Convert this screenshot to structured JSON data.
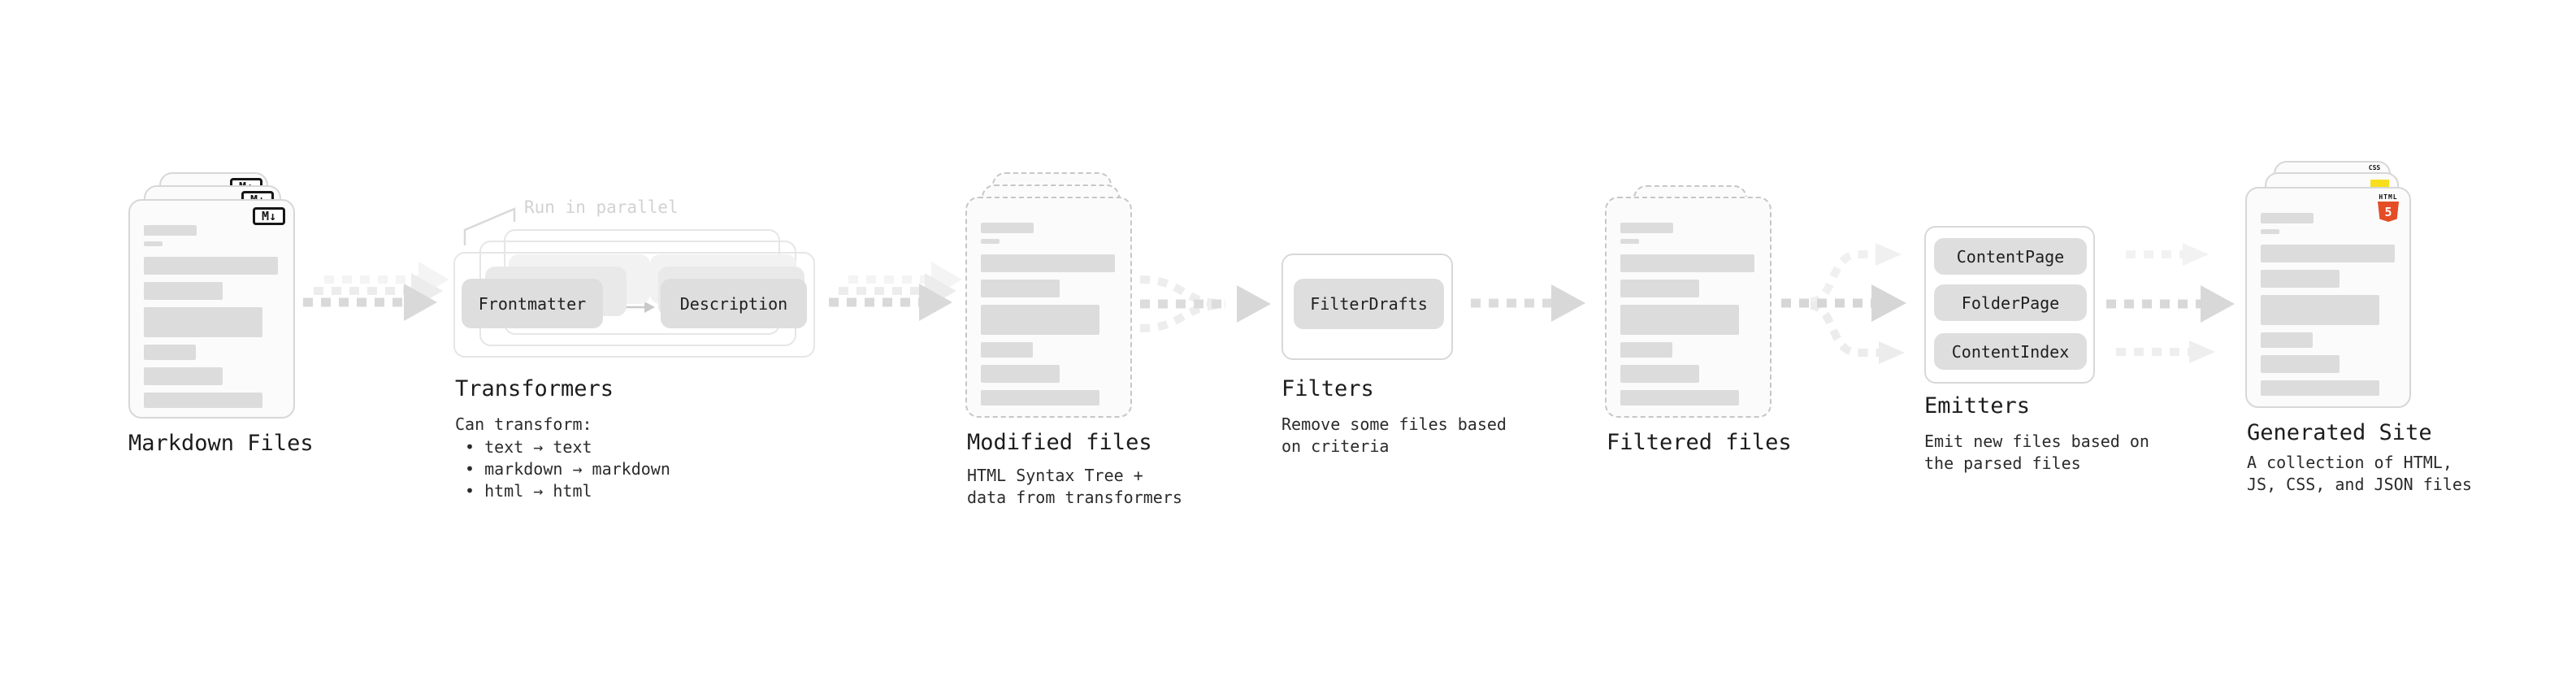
{
  "stages": {
    "markdown": {
      "label": "Markdown Files",
      "badge": "M↓"
    },
    "transformers": {
      "heading": "Transformers",
      "annotation": "Run in parallel",
      "node_left": "Frontmatter",
      "node_right": "Description",
      "desc_title": "Can transform:",
      "bullets": [
        "• text → text",
        "• markdown → markdown",
        "• html → html"
      ]
    },
    "modified": {
      "label": "Modified files",
      "desc": [
        "HTML Syntax Tree +",
        "data from transformers"
      ]
    },
    "filters": {
      "heading": "Filters",
      "node": "FilterDrafts",
      "desc": [
        "Remove some files based",
        "on criteria"
      ]
    },
    "filtered": {
      "label": "Filtered files"
    },
    "emitters": {
      "heading": "Emitters",
      "nodes": [
        "ContentPage",
        "FolderPage",
        "ContentIndex"
      ],
      "desc": [
        "Emit new files based on",
        "the parsed files"
      ]
    },
    "generated": {
      "label": "Generated Site",
      "desc": [
        "A collection of HTML,",
        "JS, CSS, and JSON files"
      ],
      "badges": {
        "css": "CSS",
        "html_word": "HTML",
        "html_number": "5"
      }
    }
  },
  "colors": {
    "background": "#ffffff",
    "text": "#1c1c1c",
    "arrow_main": "#d9d9d9",
    "arrow_faint": "#ededed",
    "node_fill": "#dedede",
    "bar_fill": "#dcdcdc",
    "annotation_gray": "#d2d2d2",
    "js_yellow": "#f7df1e",
    "css_blue": "#2965f1",
    "html_orange": "#e44d26"
  }
}
